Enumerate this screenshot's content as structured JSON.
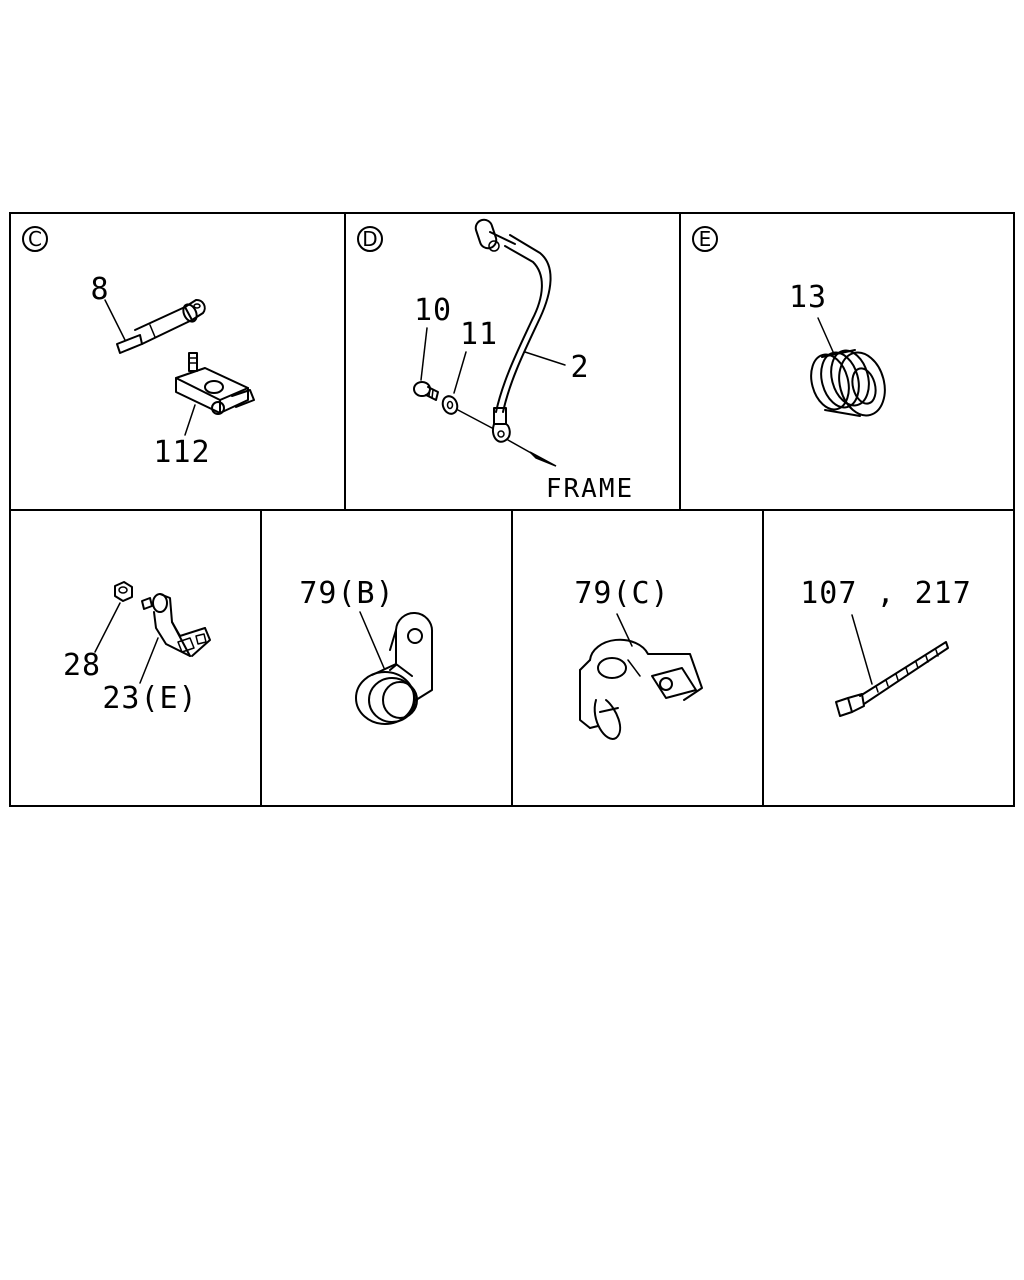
{
  "panels": {
    "C": {
      "letter": "C",
      "labels": [
        "8",
        "112"
      ]
    },
    "D": {
      "letter": "D",
      "labels": [
        "10",
        "11",
        "2"
      ],
      "frame_label": "FRAME"
    },
    "E": {
      "letter": "E",
      "labels": [
        "13"
      ]
    },
    "F": {
      "labels": [
        "28",
        "23(E)"
      ]
    },
    "G": {
      "labels": [
        "79(B)"
      ]
    },
    "H": {
      "labels": [
        "79(C)"
      ]
    },
    "I": {
      "labels": [
        "107 , 217"
      ]
    }
  }
}
